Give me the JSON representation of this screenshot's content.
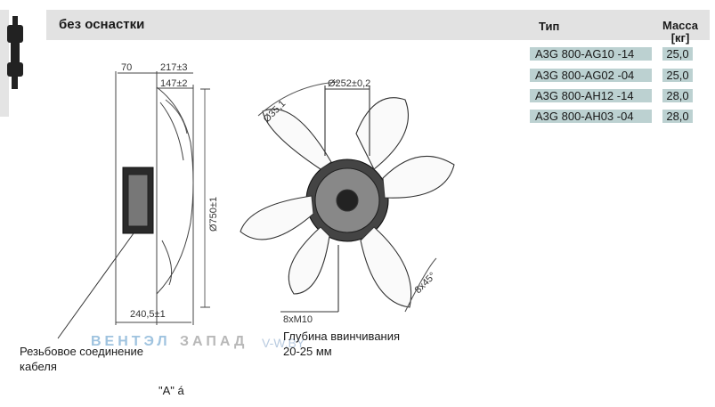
{
  "header": {
    "title": "без оснастки",
    "col_type": "Тип",
    "col_mass": "Масса [кг]"
  },
  "rows": [
    {
      "type": "A3G 800-AG10 -14",
      "mass": "25,0"
    },
    {
      "type": "A3G 800-AG02 -04",
      "mass": "25,0"
    },
    {
      "type": "A3G 800-AH12 -14",
      "mass": "28,0"
    },
    {
      "type": "A3G 800-AH03 -04",
      "mass": "28,0"
    }
  ],
  "drawing": {
    "dims": {
      "d70": "70",
      "d217": "217±3",
      "d147": "147±2",
      "d240": "240,5±1",
      "d252": "Ø252±0,2",
      "d35": "Ø35,1",
      "d750": "Ø750±1",
      "d45": "8x45°",
      "m10": "8xM10"
    }
  },
  "notes": {
    "cable": "Резьбовое соединение кабеля",
    "depth": "Глубина ввинчивания 20-25 мм",
    "view": "\"A\" á"
  },
  "watermark": {
    "part1": "ВЕНТЭЛ",
    "part2": "ЗАПАД",
    "part3": "V-W.BY"
  }
}
